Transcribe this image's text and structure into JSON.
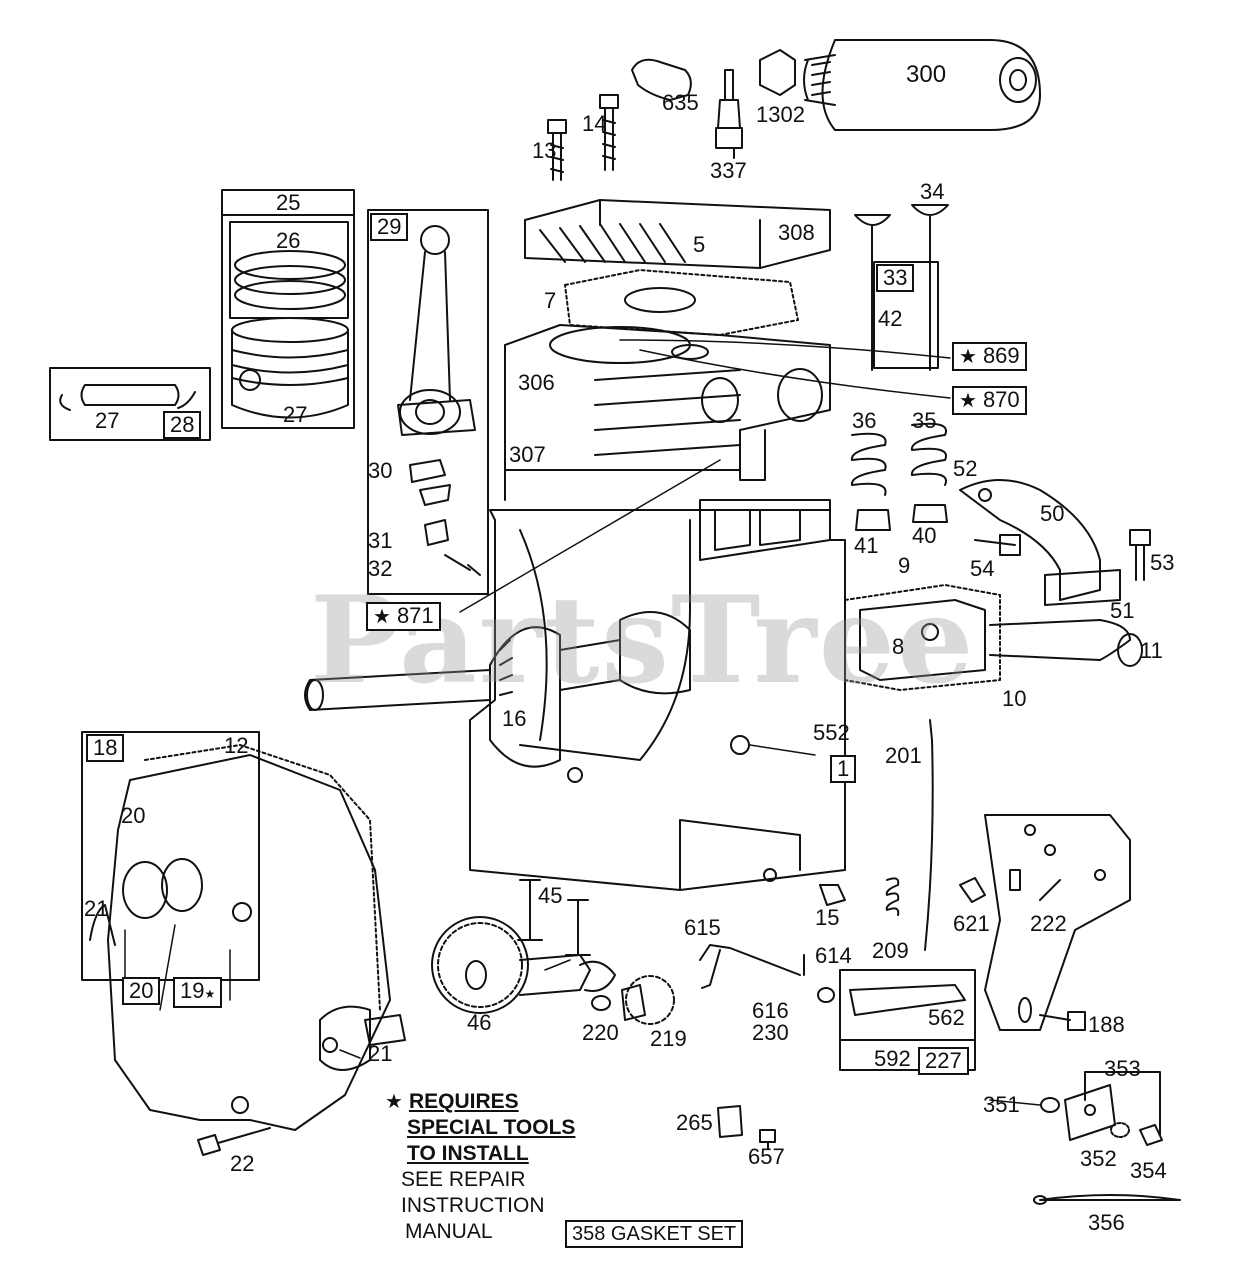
{
  "watermark": "PartsTree",
  "callouts": {
    "c300": "300",
    "c1302": "1302",
    "c635": "635",
    "c337": "337",
    "c14": "14",
    "c13": "13",
    "c25": "25",
    "c26": "26",
    "c27a": "27",
    "c27b": "27",
    "c28": "28",
    "c29": "29",
    "c30": "30",
    "c31": "31",
    "c32": "32",
    "c5": "5",
    "c308": "308",
    "c7": "7",
    "c34": "34",
    "c33": "33",
    "c42": "42",
    "c869": "869",
    "c870": "870",
    "c306": "306",
    "c307": "307",
    "c36": "36",
    "c35": "35",
    "c41": "41",
    "c40": "40",
    "c52": "52",
    "c50": "50",
    "c53": "53",
    "c54": "54",
    "c51": "51",
    "c9": "9",
    "c8": "8",
    "c11": "11",
    "c10": "10",
    "c871": "871",
    "c16": "16",
    "c552": "552",
    "c1": "1",
    "c18": "18",
    "c12": "12",
    "c20a": "20",
    "c20b": "20",
    "c19": "19",
    "c21a": "21",
    "c21b": "21",
    "c22": "22",
    "c45": "45",
    "c46": "46",
    "c615": "615",
    "c614": "614",
    "c616": "616",
    "c230": "230",
    "c220": "220",
    "c219": "219",
    "c15": "15",
    "c209": "209",
    "c201": "201",
    "c621": "621",
    "c222": "222",
    "c562": "562",
    "c592": "592",
    "c227": "227",
    "c188": "188",
    "c265": "265",
    "c657": "657",
    "c353": "353",
    "c351": "351",
    "c352": "352",
    "c354": "354",
    "c356": "356"
  },
  "notes": {
    "line1": "REQUIRES",
    "line2": "SPECIAL TOOLS",
    "line3": "TO INSTALL",
    "line4": "SEE REPAIR",
    "line5": "INSTRUCTION",
    "line6": "MANUAL",
    "gasket_set": "358 GASKET SET"
  },
  "symbols": {
    "star": "★"
  }
}
